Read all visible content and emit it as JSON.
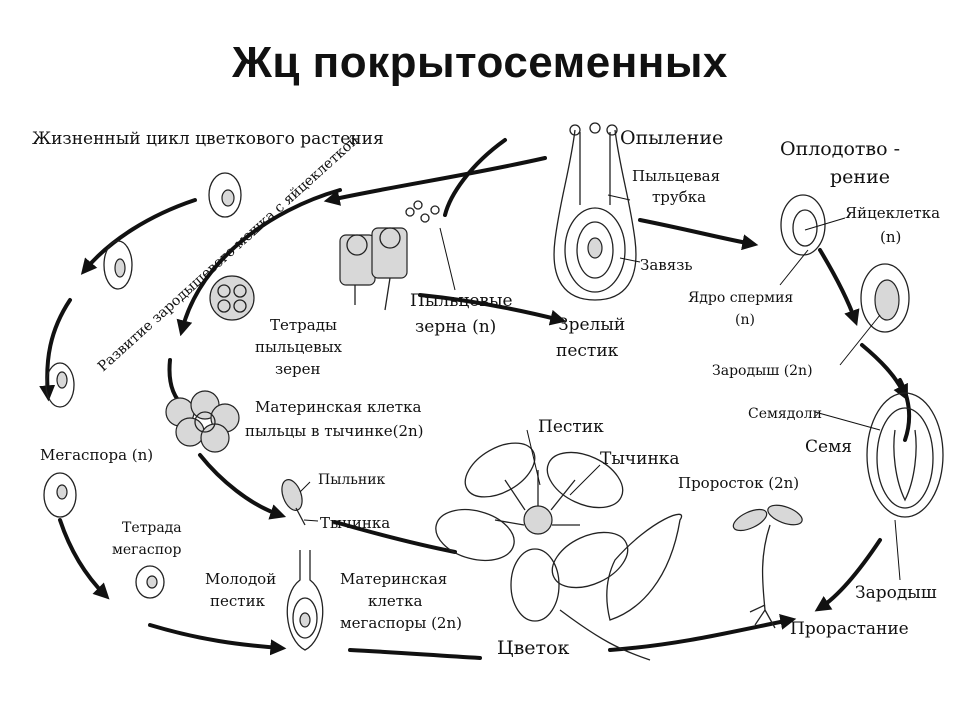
{
  "slide": {
    "title": "Жц покрытосеменных"
  },
  "diagram": {
    "heading": "Жизненный цикл цветкового растения",
    "arc_label": "Развитие зародышевого мешка с яйцеклеткой",
    "labels": {
      "pollination": "Опыление",
      "pollen_tube_1": "Пыльцевая",
      "pollen_tube_2": "трубка",
      "ovary": "Завязь",
      "fertilization_1": "Оплодотво -",
      "fertilization_2": "рение",
      "egg_cell_1": "Яйцеклетка",
      "egg_cell_2": "(n)",
      "sperm_nucleus_1": "Ядро спермия",
      "sperm_nucleus_2": "(n)",
      "pollen_grains_1": "Пыльцевые",
      "pollen_grains_2": "зерна   (n)",
      "mature_pistil_1": "Зрелый",
      "mature_pistil_2": "пестик",
      "pollen_tetrads_1": "Тетрады",
      "pollen_tetrads_2": "пыльцевых",
      "pollen_tetrads_3": "зерен",
      "anther_mother_1": "Материнская клетка",
      "anther_mother_2": "пыльцы в тычинке(2n)",
      "embryo_2n": "Зародыш (2n)",
      "cotyledons": "Семядоли",
      "seed": "Семя",
      "sprout": "Проросток (2n)",
      "pistil": "Пестик",
      "stamen_top": "Тычинка",
      "megaspore": "Мегаспора (n)",
      "anther": "Пыльник",
      "stamen": "Тычинка",
      "megaspore_tetrad_1": "Тетрада",
      "megaspore_tetrad_2": "мегаспор",
      "young_pistil_1": "Молодой",
      "young_pistil_2": "пестик",
      "megaspore_mother_1": "Материнская",
      "megaspore_mother_2": "клетка",
      "megaspore_mother_3": "мегаспоры (2n)",
      "flower": "Цветок",
      "embryo": "Зародыш",
      "germination": "Прорастание"
    }
  }
}
